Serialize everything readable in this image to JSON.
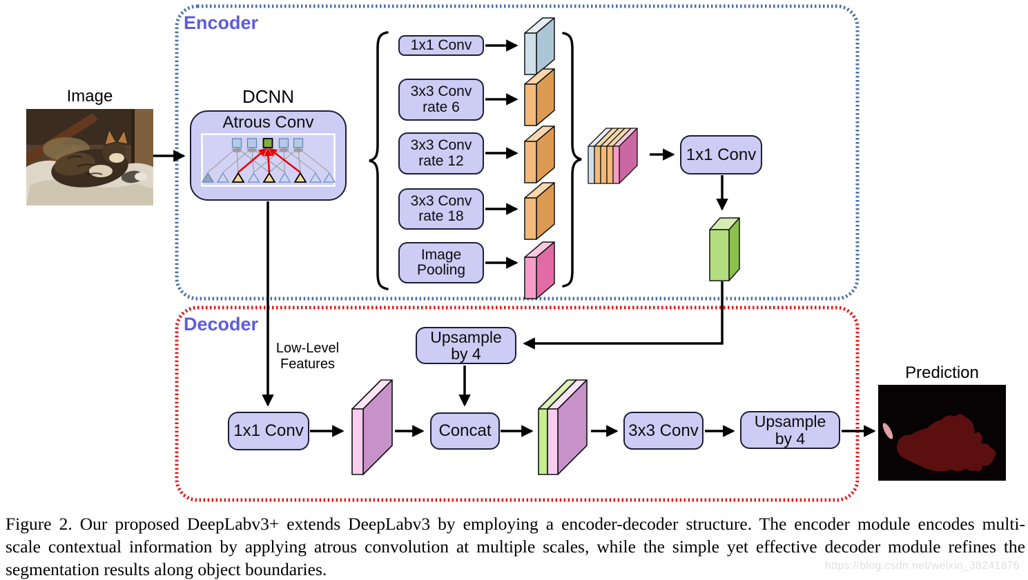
{
  "labels": {
    "image": "Image",
    "dcnn": "DCNN",
    "prediction": "Prediction"
  },
  "encoder": {
    "title": "Encoder",
    "atrous_conv": "Atrous Conv",
    "aspp": [
      {
        "line1": "1x1 Conv",
        "line2": ""
      },
      {
        "line1": "3x3 Conv",
        "line2": "rate 6"
      },
      {
        "line1": "3x3 Conv",
        "line2": "rate 12"
      },
      {
        "line1": "3x3 Conv",
        "line2": "rate 18"
      },
      {
        "line1": "Image",
        "line2": "Pooling"
      }
    ],
    "conv_1x1": "1x1 Conv"
  },
  "decoder": {
    "title": "Decoder",
    "low_level_features": {
      "line1": "Low-Level",
      "line2": "Features"
    },
    "upsample_top": {
      "line1": "Upsample",
      "line2": "by 4"
    },
    "conv_1x1": "1x1 Conv",
    "concat": "Concat",
    "conv_3x3": "3x3 Conv",
    "upsample_bottom": {
      "line1": "Upsample",
      "line2": "by 4"
    }
  },
  "caption": {
    "line1": "Figure 2. Our proposed DeepLabv3+ extends DeepLabv3 by employing a encoder-decoder structure. The encoder module encodes multi-",
    "line2": "scale contextual information by applying atrous convolution at multiple scales, while the simple yet effective decoder module refines the",
    "line3": "segmentation results along object boundaries."
  },
  "watermark": "https://blog.csdn.net/weixin_38241876",
  "colors": {
    "encoder_border": "#4a6fa8",
    "decoder_border": "#e01818",
    "section_title": "#5c5cdf",
    "block_fill": "#ccccf4",
    "block_border": "#1c1c38",
    "feature_blue": "#cfe0ea",
    "feature_orange": "#f4ba7a",
    "feature_pink": "#f79cc8",
    "feature_magenta": "#cb67a2",
    "feature_green": "#b4dd80",
    "feature_plum": "#c791c9",
    "atrous_arrow_red": "#e80000",
    "prediction_mask": "#5c0f0f"
  }
}
